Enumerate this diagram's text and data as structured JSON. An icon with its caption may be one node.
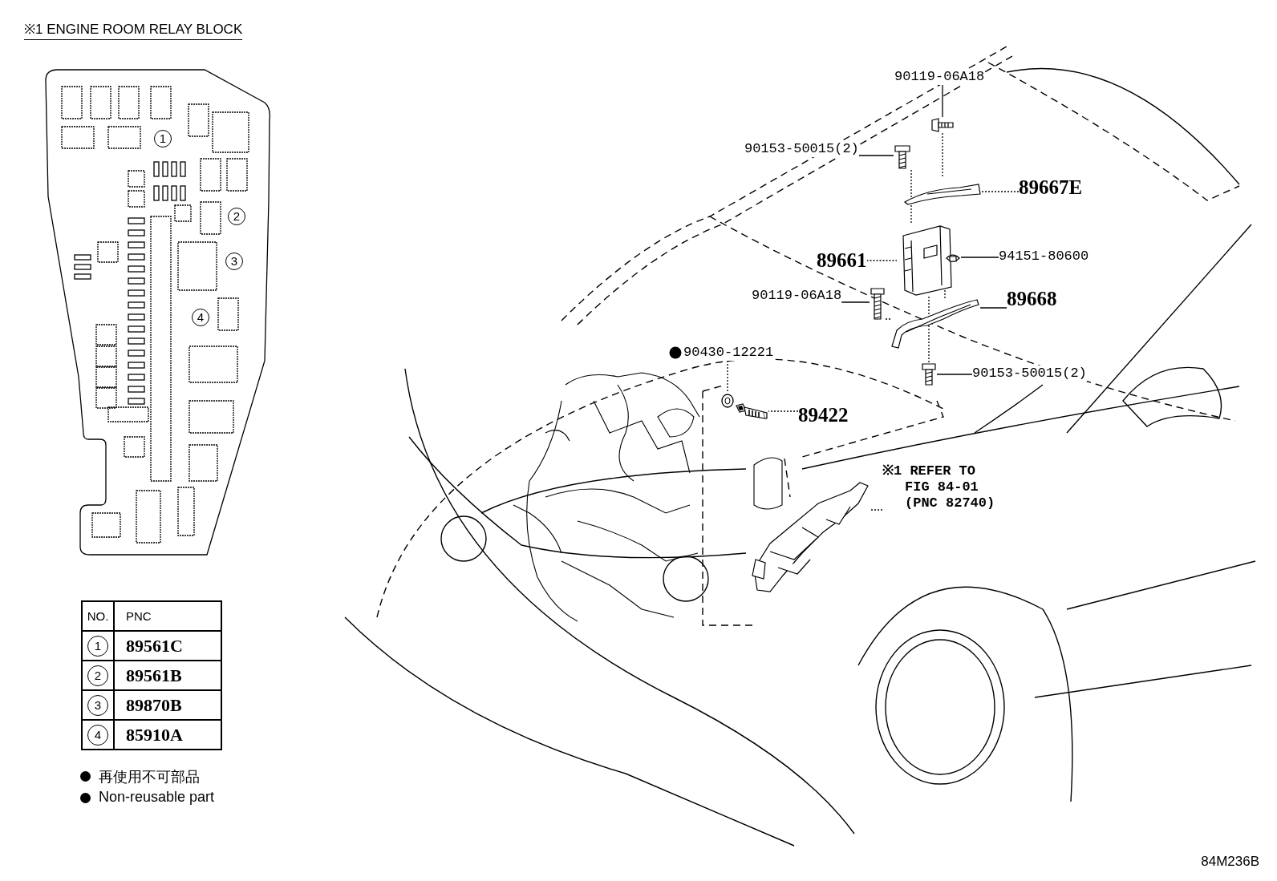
{
  "diagram": {
    "nodes": [
      {
        "text": [
          "※1 ENGINE ROOM RELAY BLOCK"
        ]
      },
      {
        "text": [
          "1"
        ],
        "in": 0
      },
      {
        "text": [
          "2"
        ],
        "in": 0
      },
      {
        "text": [
          "3"
        ],
        "in": 0
      },
      {
        "text": [
          "4"
        ],
        "in": 0
      },
      {
        "text": [
          "90119-06A18"
        ]
      },
      {
        "text": [],
        "shape": "picture"
      },
      {
        "text": [
          "90153-50015(2)"
        ]
      },
      {
        "text": [],
        "shape": "picture"
      },
      {
        "text": [
          "89667E"
        ]
      },
      {
        "text": [],
        "shape": "picture"
      },
      {
        "text": [
          "89661"
        ]
      },
      {
        "text": [],
        "shape": "picture"
      },
      {
        "text": [
          "94151-80600"
        ]
      },
      {
        "text": [],
        "shape": "picture"
      },
      {
        "text": [
          "90119-06A18"
        ]
      },
      {
        "text": [],
        "shape": "picture"
      },
      {
        "text": [
          "89668"
        ]
      },
      {
        "text": [],
        "shape": "picture"
      },
      {
        "text": [
          "90430-12221"
        ]
      },
      {
        "text": [],
        "shape": "picture"
      },
      {
        "text": [
          "89422"
        ]
      },
      {
        "text": [],
        "shape": "picture"
      },
      {
        "text": [
          "※1 REFER TO FIG 84-01 (PNC 82740)"
        ]
      },
      {
        "text": [],
        "shape": "picture"
      },
      {
        "text": [
          "90153-50015(2)"
        ]
      },
      {
        "text": [],
        "shape": "picture"
      }
    ],
    "edges": [
      {
        "from": 5,
        "to": 6,
        "arrow": "none"
      },
      {
        "from": 7,
        "to": 8,
        "arrow": "none"
      },
      {
        "from": 9,
        "to": 10,
        "arrow": "none",
        "style": "dashed"
      },
      {
        "from": 11,
        "to": 12,
        "arrow": "none",
        "style": "dashed"
      },
      {
        "from": 13,
        "to": 14,
        "arrow": "none"
      },
      {
        "from": 15,
        "to": 16,
        "arrow": "none"
      },
      {
        "from": 17,
        "to": 18,
        "arrow": "none"
      },
      {
        "from": 19,
        "to": 20,
        "arrow": "none",
        "style": "dashed"
      },
      {
        "from": 21,
        "to": 22,
        "arrow": "none",
        "style": "dashed"
      },
      {
        "from": 23,
        "to": 24,
        "arrow": "none",
        "style": "dashed"
      },
      {
        "from": 25,
        "to": 26,
        "arrow": "none"
      },
      {
        "from": 6,
        "to": 10,
        "arrow": "none",
        "style": "dashed"
      },
      {
        "from": 8,
        "to": 12,
        "arrow": "none",
        "style": "dashed"
      },
      {
        "from": 14,
        "to": 18,
        "arrow": "none",
        "style": "dashed"
      },
      {
        "from": 16,
        "to": 18,
        "arrow": "none",
        "style": "dashed"
      },
      {
        "from": 12,
        "to": 26,
        "arrow": "none",
        "style": "dashed"
      }
    ],
    "labels": [
      "NO.",
      "PNC",
      "1",
      "89561C",
      "2",
      "89561B",
      "3",
      "89870B",
      "4",
      "85910A",
      "84M236B"
    ],
    "legend": [
      {
        "text": "再使用不可部品",
        "color": "#000000"
      },
      {
        "text": "Non-reusable part",
        "color": "#000000"
      }
    ]
  }
}
